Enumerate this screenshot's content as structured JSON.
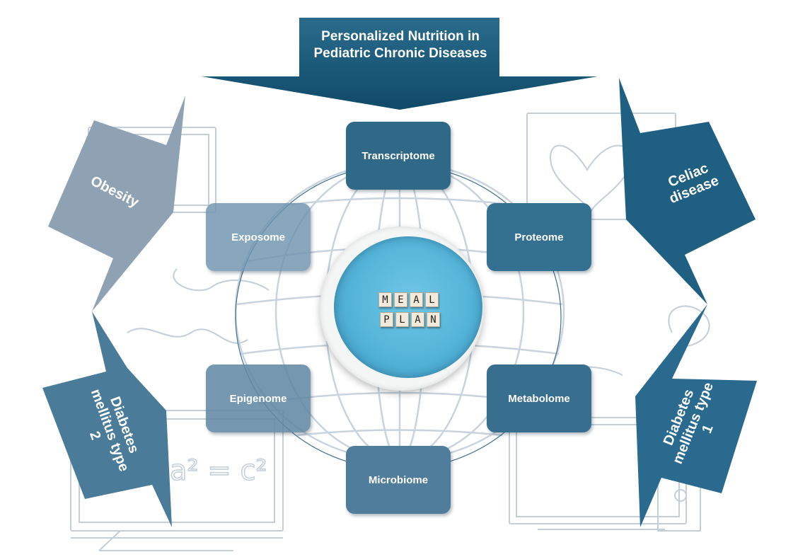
{
  "title": "Personalized Nutrition in Pediatric Chronic Diseases",
  "center": {
    "tiles_line1": [
      "M",
      "E",
      "A",
      "L"
    ],
    "tiles_line2": [
      "P",
      "L",
      "A",
      "N"
    ]
  },
  "omics": {
    "transcriptome": "Transcriptome",
    "exposome": "Exposome",
    "proteome": "Proteome",
    "epigenome": "Epigenome",
    "metabolome": "Metabolome",
    "microbiome": "Microbiome"
  },
  "diseases": {
    "obesity": "Obesity",
    "celiac": "Celiac\ndisease",
    "diabetes2": "Diabetes\nmellitus type\n2",
    "diabetes1": "Diabetes\nmellitus type\n1"
  },
  "background_formula": "a² = c²",
  "colors": {
    "title_arrow": "#14506e",
    "omics_dark": "#2f6987",
    "omics_light": "#7c9fb6",
    "obesity": "#8fa2b3",
    "celiac": "#1e5f82",
    "diabetes2": "#4a7b98",
    "diabetes1": "#2a6a8e",
    "sketch_line": "#c3ced9",
    "ring_line": "#3e6f8c"
  }
}
